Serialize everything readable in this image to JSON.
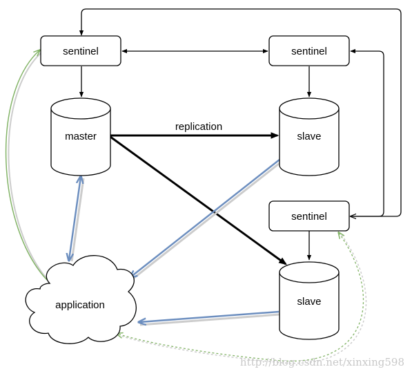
{
  "nodes": {
    "sentinel_top_left": {
      "label": "sentinel",
      "shape": "rounded-rectangle"
    },
    "sentinel_top_right": {
      "label": "sentinel",
      "shape": "rounded-rectangle"
    },
    "sentinel_mid_right": {
      "label": "sentinel",
      "shape": "rounded-rectangle"
    },
    "master": {
      "label": "master",
      "shape": "cylinder"
    },
    "slave_top": {
      "label": "slave",
      "shape": "cylinder"
    },
    "slave_bottom": {
      "label": "slave",
      "shape": "cylinder"
    },
    "application": {
      "label": "application",
      "shape": "cloud"
    }
  },
  "edges": [
    {
      "from": "sentinel_top_left",
      "to": "sentinel_top_right",
      "style": "solid",
      "color": "#000000",
      "direction": "both"
    },
    {
      "from": "sentinel_top_left",
      "to": "master",
      "style": "solid",
      "color": "#000000",
      "direction": "forward"
    },
    {
      "from": "sentinel_top_right",
      "to": "slave_top",
      "style": "solid",
      "color": "#000000",
      "direction": "forward"
    },
    {
      "from": "sentinel_mid_right",
      "to": "slave_bottom",
      "style": "solid",
      "color": "#000000",
      "direction": "forward"
    },
    {
      "from": "sentinel_mid_right",
      "to": "sentinel_top_left",
      "style": "solid",
      "color": "#000000",
      "direction": "forward"
    },
    {
      "from": "sentinel_top_right",
      "to": "sentinel_mid_right",
      "style": "solid",
      "color": "#000000",
      "direction": "both"
    },
    {
      "from": "master",
      "to": "slave_top",
      "style": "bold",
      "color": "#000000",
      "direction": "forward",
      "label": "replication"
    },
    {
      "from": "master",
      "to": "slave_bottom",
      "style": "bold",
      "color": "#000000",
      "direction": "forward"
    },
    {
      "from": "application",
      "to": "master",
      "style": "solid",
      "color": "#6c8ebf",
      "direction": "both"
    },
    {
      "from": "slave_top",
      "to": "application",
      "style": "solid",
      "color": "#6c8ebf",
      "direction": "forward"
    },
    {
      "from": "slave_bottom",
      "to": "application",
      "style": "solid",
      "color": "#6c8ebf",
      "direction": "forward"
    },
    {
      "from": "application",
      "to": "sentinel_top_left",
      "style": "solid",
      "color": "#82b366",
      "direction": "forward"
    },
    {
      "from": "sentinel_mid_right",
      "to": "application",
      "style": "dashed",
      "color": "#82b366",
      "direction": "both"
    }
  ],
  "labels": {
    "replication": "replication",
    "watermark": "http://blog.csdn.net/xinxing598"
  },
  "colors": {
    "black": "#000000",
    "blue": "#6c8ebf",
    "green": "#82b366",
    "shadow": "#cccccc"
  }
}
